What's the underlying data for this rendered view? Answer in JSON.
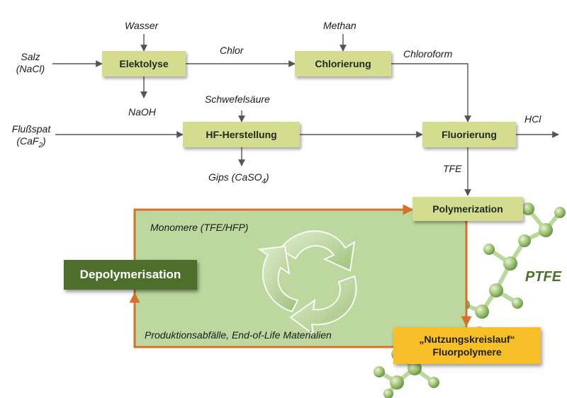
{
  "inputs": {
    "salz_line1": "Salz",
    "salz_line2": "(NaCl)",
    "wasser": "Wasser",
    "naoh": "NaOH",
    "chlor": "Chlor",
    "methan": "Methan",
    "chloroform": "Chloroform",
    "flussspat_line1": "Flußspat",
    "flussspat_line2_main": "(CaF",
    "flussspat_line2_sub": "2",
    "flussspat_line2_end": ")",
    "schwefelsaeure": "Schwefelsäure",
    "gips_main": "Gips (CaSO",
    "gips_sub": "4",
    "gips_end": ")",
    "hcl": "HCl",
    "tfe": "TFE"
  },
  "boxes": {
    "elektolyse": "Elektolyse",
    "chlorierung": "Chlorierung",
    "hf_herstellung": "HF-Herstellung",
    "fluorierung": "Fluorierung",
    "polymerization": "Polymerization",
    "depolymerisation": "Depolymerisation",
    "usage_line1": "„Nutzungskreislauf“",
    "usage_line2": "Fluorpolymere"
  },
  "loop": {
    "monomere": "Monomere (TFE/HFP)",
    "abfaelle": "Produktionsabfälle, End-of-Life Materialien"
  },
  "ptfe_label": "PTFE",
  "colors": {
    "box_fill": "#d4dc8f",
    "loop_fill": "#bcd89f",
    "loop_border": "#d9702a",
    "depoly_fill": "#4e6f2c",
    "usage_fill": "#f7bf28",
    "arrow": "#555555",
    "molecule": "#8cb464"
  }
}
